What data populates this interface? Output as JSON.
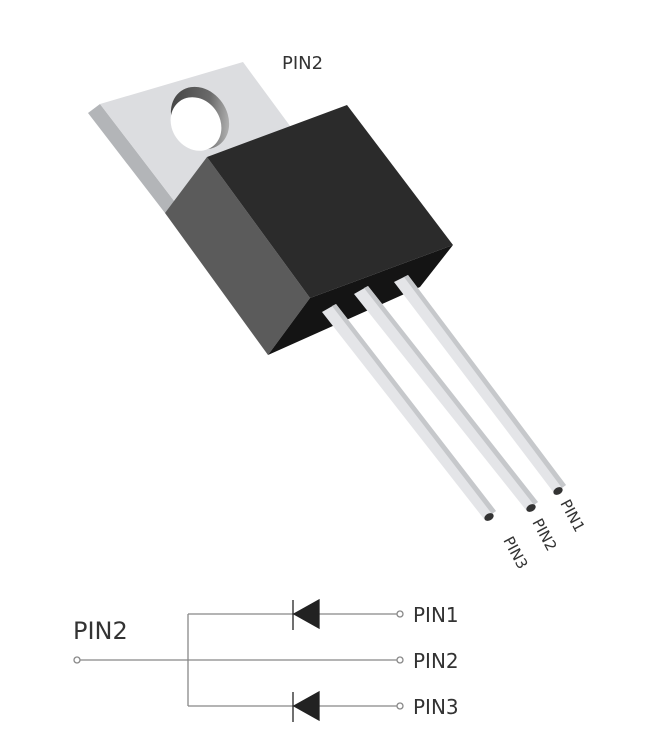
{
  "component": {
    "package_label": "PIN2",
    "pins": [
      {
        "id": "pin1",
        "label": "PIN1"
      },
      {
        "id": "pin2",
        "label": "PIN2"
      },
      {
        "id": "pin3",
        "label": "PIN3"
      }
    ],
    "colors": {
      "tab_top": "#dcdde0",
      "tab_side": "#b3b5b8",
      "body_front": "#2a2a2a",
      "body_side": "#5a5a5a",
      "body_bottom": "#111111",
      "pin": "#e6e7ea",
      "pin_shade": "#c7c9cc"
    }
  },
  "schematic": {
    "common_label": "PIN2",
    "rows": [
      {
        "label": "PIN1",
        "element": "diode"
      },
      {
        "label": "PIN2",
        "element": "wire"
      },
      {
        "label": "PIN3",
        "element": "diode"
      }
    ],
    "line_color": "#888888",
    "diode_color": "#222222"
  }
}
